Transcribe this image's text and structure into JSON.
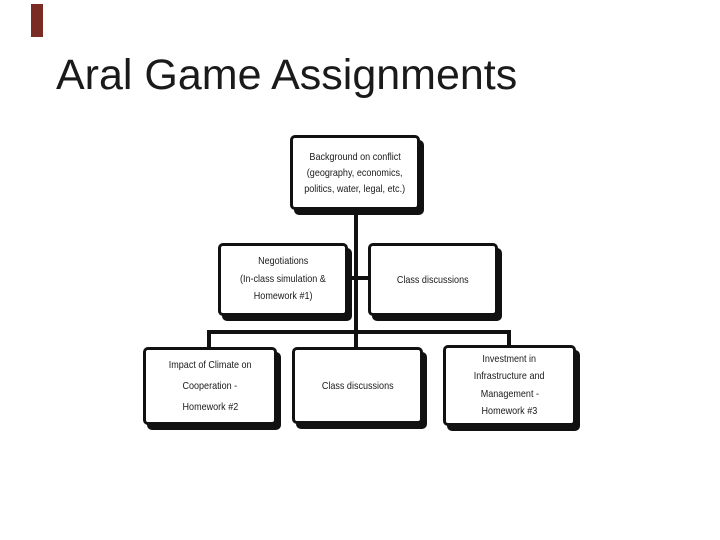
{
  "slide": {
    "title": "Aral Game Assignments",
    "title_color": "#1a1a1a",
    "accent_bar_color": "#7a2b23"
  },
  "diagram": {
    "type": "hierarchy-flowchart",
    "line_color": "#111111",
    "box_fill": "#ffffff",
    "box_border_color": "#111111",
    "nodes": [
      {
        "id": "background-on-conflict",
        "lines": [
          "Background on conflict",
          "(geography, economics,",
          "politics, water, legal, etc.)"
        ]
      },
      {
        "id": "negotiations",
        "lines": [
          "Negotiations",
          "(In-class simulation &",
          "Homework #1)"
        ]
      },
      {
        "id": "class-discussions-mid",
        "lines": [
          "Class discussions"
        ]
      },
      {
        "id": "impact-of-climate-cooperation",
        "lines": [
          "Impact of Climate on",
          "Cooperation -",
          "Homework #2"
        ]
      },
      {
        "id": "class-discussions-bottom",
        "lines": [
          "Class discussions"
        ]
      },
      {
        "id": "investment-infrastructure-management",
        "lines": [
          "Investment in",
          "Infrastructure and",
          "Management -",
          "Homework #3"
        ]
      }
    ],
    "edges": [
      {
        "from": "background-on-conflict",
        "to": "negotiations"
      },
      {
        "from": "background-on-conflict",
        "to": "class-discussions-mid"
      },
      {
        "from": "background-on-conflict",
        "to": "impact-of-climate-cooperation"
      },
      {
        "from": "background-on-conflict",
        "to": "class-discussions-bottom"
      },
      {
        "from": "background-on-conflict",
        "to": "investment-infrastructure-management"
      }
    ]
  }
}
